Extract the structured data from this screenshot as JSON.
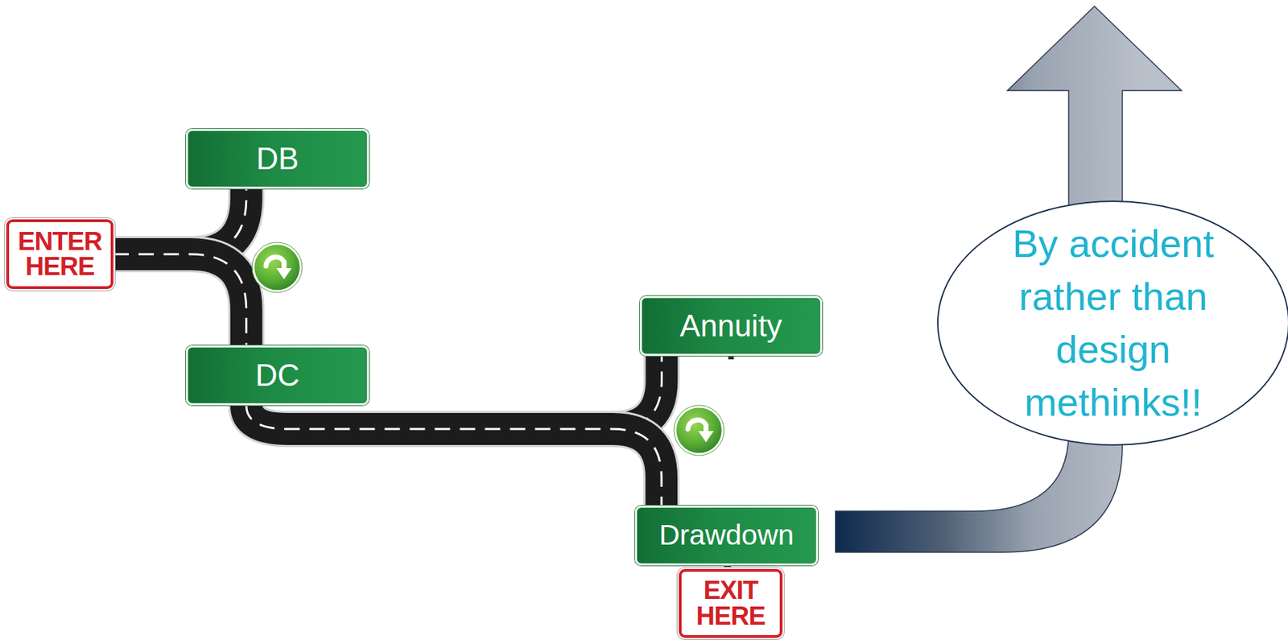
{
  "diagram": {
    "nodes": [
      {
        "text": [
          "ENTER HERE"
        ]
      },
      {
        "text": [
          "DB"
        ]
      },
      {
        "text": [
          "DC"
        ]
      },
      {
        "text": [
          "Annuity"
        ]
      },
      {
        "text": [
          "Drawdown"
        ]
      },
      {
        "text": [
          "EXIT HERE"
        ]
      },
      {
        "text": [
          "By accident rather than design methinks!!"
        ]
      }
    ],
    "edges": [
      {
        "from": 0,
        "to": 1,
        "arrow": "none"
      },
      {
        "from": 0,
        "to": 2,
        "arrow": "none"
      },
      {
        "from": 2,
        "to": 3,
        "arrow": "none"
      },
      {
        "from": 2,
        "to": 4,
        "arrow": "none"
      }
    ]
  }
}
